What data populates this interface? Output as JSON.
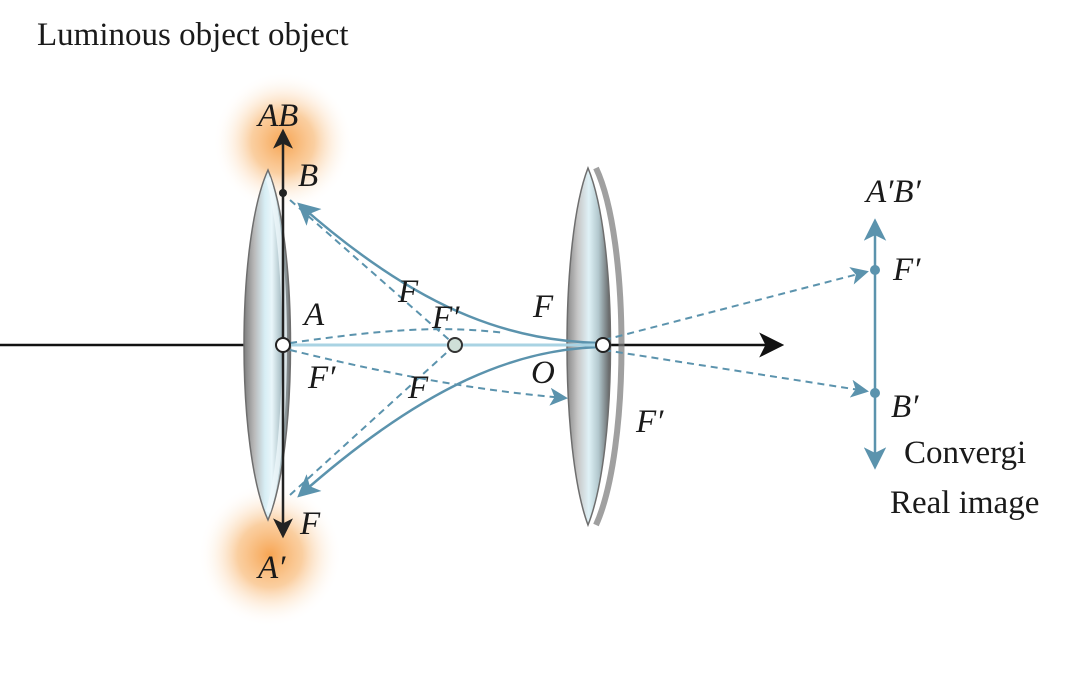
{
  "diagram": {
    "title": "Luminous object object",
    "labels": {
      "object_arrow": "AB",
      "point_b": "B",
      "point_a": "A",
      "focal_f_prime_left": "F′",
      "point_a_prime": "A′",
      "focal_f_bottom_left": "F",
      "focal_f_upper_mid": "F",
      "focal_f_prime_mid": "F′",
      "focal_f_lower_mid": "F",
      "focal_f_upper_right": "F",
      "center_o": "O",
      "focal_f_prime_lens2": "F′",
      "image_arrow": "A′B′",
      "image_f_prime": "F′",
      "image_b_prime": "B′"
    },
    "captions": {
      "converging": "Convergi",
      "real_image": "Real image"
    },
    "colors": {
      "ray": "#5b93ad",
      "axis": "#111111",
      "glow": "#f6a04a",
      "lens_rim": "#8c8c8c",
      "lens_core": "#cfe6ee"
    }
  }
}
